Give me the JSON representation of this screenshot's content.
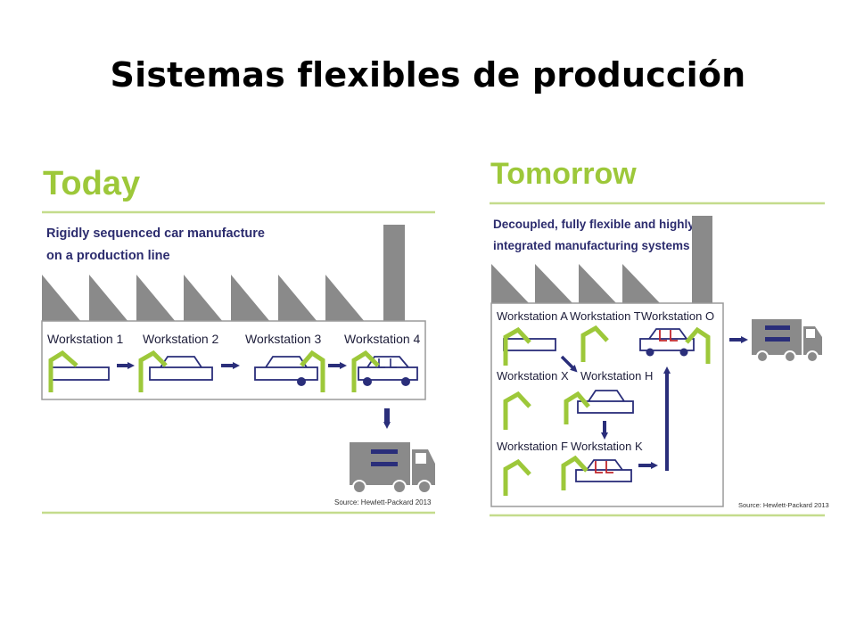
{
  "title": "Sistemas flexibles de producción",
  "colors": {
    "green": "#9dc83a",
    "navy": "#2a2e7a",
    "gray": "#8a8a8a",
    "red": "#c1272d",
    "line_green": "#c4dc8c"
  },
  "today": {
    "heading": "Today",
    "subtitle_line1": "Rigidly sequenced car manufacture",
    "subtitle_line2": "on a production line",
    "workstations": [
      "Workstation 1",
      "Workstation 2",
      "Workstation 3",
      "Workstation 4"
    ],
    "source": "Source: Hewlett-Packard 2013"
  },
  "tomorrow": {
    "heading": "Tomorrow",
    "subtitle_line1": "Decoupled, fully flexible and highly",
    "subtitle_line2": "integrated manufacturing systems",
    "workstations": {
      "a": "Workstation A",
      "t": "Workstation T",
      "o": "Workstation O",
      "x": "Workstation X",
      "h": "Workstation H",
      "f": "Workstation F",
      "k": "Workstation K"
    },
    "source": "Source: Hewlett-Packard 2013"
  }
}
